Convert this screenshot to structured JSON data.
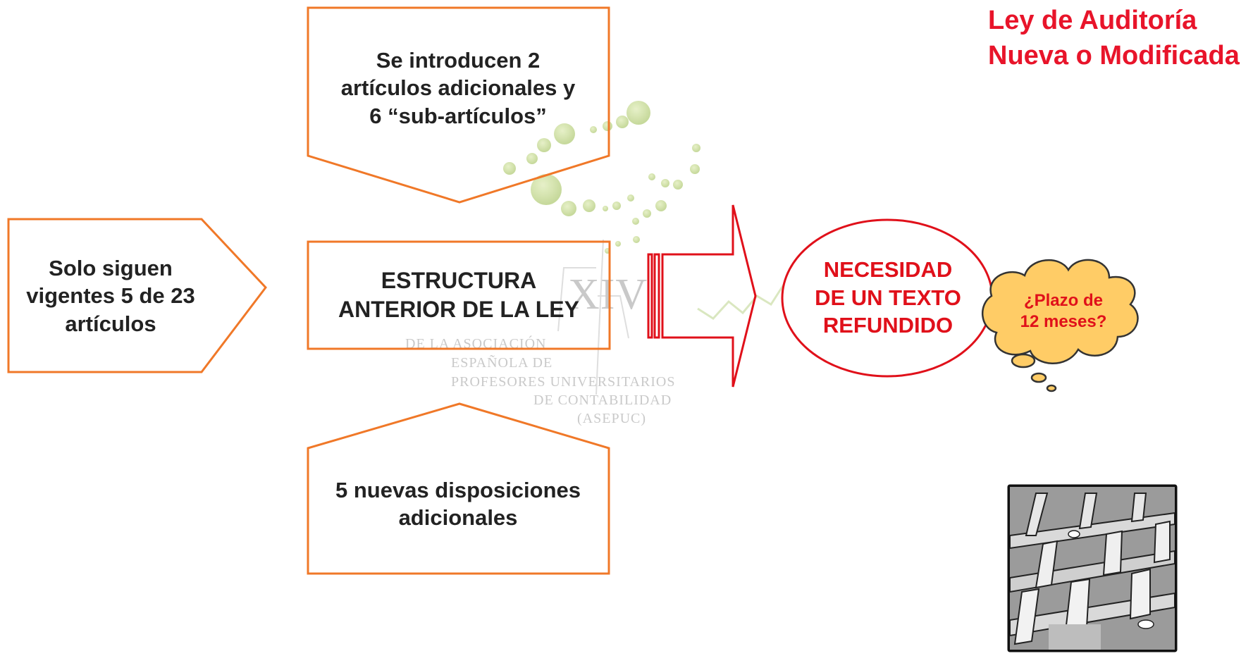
{
  "title": {
    "line1": "Ley de Auditoría",
    "line2": "Nueva o Modificada",
    "color": "#e8142a"
  },
  "shapes": {
    "top_callout": {
      "text": "Se introducen 2\nartículos adicionales y\n6 “sub-artículos”",
      "border_color": "#f07828"
    },
    "left_pentagon": {
      "text": "Solo siguen\nvigentes 5 de 23\nartículos",
      "border_color": "#f07828"
    },
    "center_box": {
      "text": "ESTRUCTURA\nANTERIOR DE LA LEY",
      "border_color": "#f07828"
    },
    "bottom_callout": {
      "text": "5 nuevas disposiciones\nadicionales",
      "border_color": "#f07828"
    },
    "ellipse": {
      "text": "NECESIDAD\nDE UN TEXTO\nREFUNDIDO",
      "border_color": "#e0101a"
    },
    "cloud": {
      "text": "¿Plazo de\n12 meses?",
      "fill_color": "#ffcc66",
      "text_color": "#e0101a"
    }
  },
  "watermark": {
    "line0": "XIV",
    "line1": "DE LA ASOCIACIÓN",
    "line2": "ESPAÑOLA DE",
    "line3": "PROFESORES UNIVERSITARIOS",
    "line4": "DE CONTABILIDAD",
    "line5": "(ASEPUC)"
  },
  "clipart": {
    "icon": "maze-icon"
  }
}
